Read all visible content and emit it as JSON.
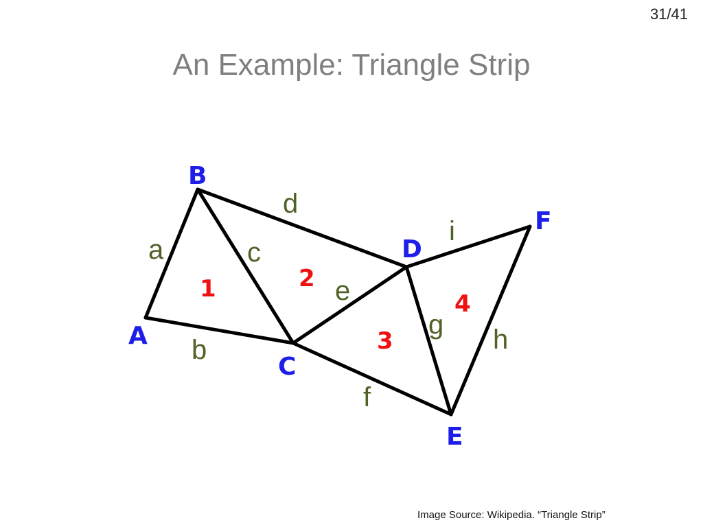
{
  "slide": {
    "page_number": "31/41",
    "title": "An Example: Triangle Strip",
    "source": "Image Source: Wikipedia.  “Triangle Strip”"
  },
  "colors": {
    "vertex_label": "#1e1ee8",
    "triangle_label": "#ee1111",
    "edge_label": "#4f6228",
    "edge_stroke": "#000000",
    "title": "#7f7f7f"
  },
  "diagram": {
    "vertices": {
      "A": "A",
      "B": "B",
      "C": "C",
      "D": "D",
      "E": "E",
      "F": "F"
    },
    "triangles": {
      "t1": "1",
      "t2": "2",
      "t3": "3",
      "t4": "4"
    },
    "edges": {
      "a": "a",
      "b": "b",
      "c": "c",
      "d": "d",
      "e": "e",
      "f": "f",
      "g": "g",
      "h": "h",
      "i": "i"
    }
  }
}
